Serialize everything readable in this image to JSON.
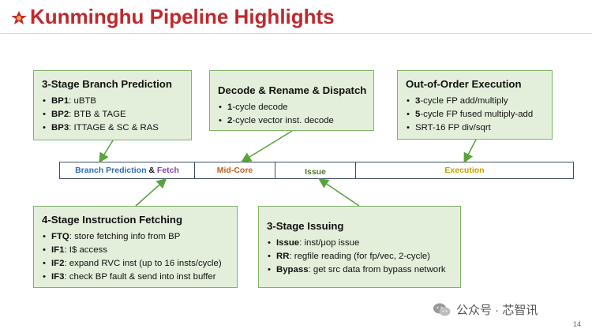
{
  "title": "Kunminghu Pipeline Highlights",
  "logo_icon": "flower-logo-icon",
  "accent_color": "#c0282d",
  "box_fill": "#e4efdb",
  "box_border": "#7fb36a",
  "boxes": {
    "bp": {
      "heading": "3-Stage Branch Prediction",
      "items": [
        {
          "key": "BP1",
          "text": ": uBTB"
        },
        {
          "key": "BP2",
          "text": ": BTB & TAGE"
        },
        {
          "key": "BP3",
          "text": ": ITTAGE & SC & RAS"
        }
      ]
    },
    "decode": {
      "heading": "Decode & Rename & Dispatch",
      "items": [
        {
          "key": "1",
          "text": "-cycle decode"
        },
        {
          "key": "2",
          "text": "-cycle vector inst. decode"
        }
      ]
    },
    "ooo": {
      "heading": "Out-of-Order Execution",
      "items": [
        {
          "key": "3",
          "text": "-cycle FP add/multiply"
        },
        {
          "key": "5",
          "text": "-cycle FP fused multiply-add"
        },
        {
          "key": "",
          "text": "SRT-16 FP div/sqrt"
        }
      ]
    },
    "fetch": {
      "heading": "4-Stage Instruction Fetching",
      "items": [
        {
          "key": "FTQ",
          "text": ": store fetching info from BP"
        },
        {
          "key": "IF1",
          "text": ": I$ access"
        },
        {
          "key": "IF2",
          "text": ":  expand RVC inst (up to 16 insts/cycle)"
        },
        {
          "key": "IF3",
          "text": ":  check BP fault & send into inst buffer"
        }
      ]
    },
    "issue": {
      "heading": "3-Stage Issuing",
      "items": [
        {
          "key": "Issue",
          "text": ": inst/μop issue"
        },
        {
          "key": "RR",
          "text": ": regfile reading (for fp/vec, 2-cycle)"
        },
        {
          "key": "Bypass",
          "text": ": get src data from bypass network"
        }
      ]
    }
  },
  "pipeline": {
    "bp_label": "Branch Prediction",
    "amp": " & ",
    "fetch_label": "Fetch",
    "midcore_label": "Mid-Core",
    "issue_label": "Issue",
    "exec_label": "Execution",
    "colors": {
      "bp": "#2f6bb5",
      "amp": "#111111",
      "fetch": "#8b3fb0",
      "midcore": "#c65f1a",
      "issue": "#4a7a2a",
      "exec": "#c9a100"
    }
  },
  "watermark": {
    "icon": "wechat-icon",
    "text": "公众号 · 芯智讯"
  },
  "page_number": "14"
}
